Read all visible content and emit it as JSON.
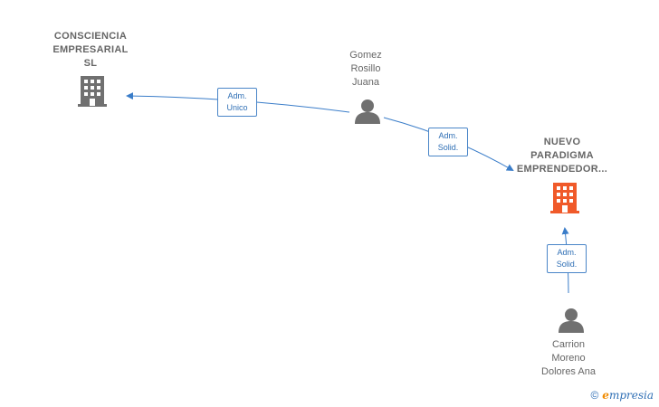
{
  "nodes": {
    "consciencia": {
      "lines": [
        "CONSCIENCIA",
        "EMPRESARIAL",
        "SL"
      ],
      "type": "company",
      "color": "#707070"
    },
    "gomez": {
      "lines": [
        "Gomez",
        "Rosillo",
        "Juana"
      ],
      "type": "person",
      "color": "#707070"
    },
    "nuevo": {
      "lines": [
        "NUEVO",
        "PARADIGMA",
        "EMPRENDEDOR..."
      ],
      "type": "company",
      "color": "#f05a2a"
    },
    "carrion": {
      "lines": [
        "Carrion",
        "Moreno",
        "Dolores Ana"
      ],
      "type": "person",
      "color": "#707070"
    }
  },
  "edges": [
    {
      "label": [
        "Adm.",
        "Unico"
      ]
    },
    {
      "label": [
        "Adm.",
        "Solid."
      ]
    },
    {
      "label": [
        "Adm.",
        "Solid."
      ]
    }
  ],
  "colors": {
    "edge": "#3a7dc9",
    "accent": "#f05a2a"
  },
  "footer": {
    "copyright": "©",
    "brand_initial": "e",
    "brand_rest": "mpresia"
  }
}
